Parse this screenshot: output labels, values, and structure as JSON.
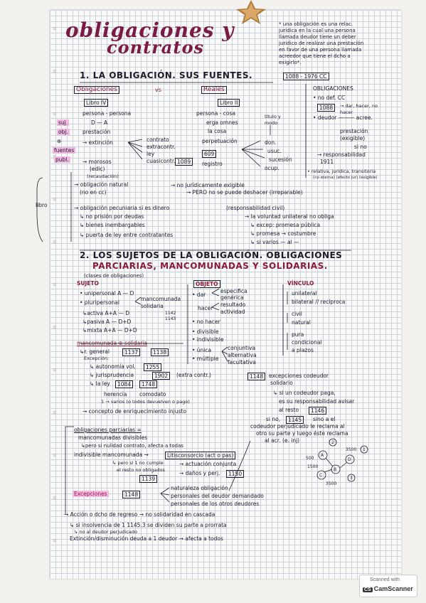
{
  "title": {
    "line1": "obligaciones y",
    "line2": "contratos"
  },
  "definition": [
    "* una obligación es una relac.",
    "jurídica en la cual una persona",
    "llamada deudor tiene un deber",
    "jurídico de realizar una prestación",
    "en favor de una persona llamada",
    "acreedor que tiene el dcho a",
    "exigirlo*."
  ],
  "section1": {
    "heading": "1. LA OBLIGACIÓN. SUS FUENTES.",
    "ref": "1088 - 1976 CC",
    "obligaciones_label": "Obligaciones",
    "vs": "vs",
    "reales_label": "Reales",
    "libro_iv": "Libro IV",
    "libro_ii": "Libro II",
    "persona_persona": "persona - persona",
    "persona_cosa": "persona - cosa",
    "d_a": "D — A",
    "erga_omnes": "erga omnes",
    "la_cosa": "la cosa",
    "suj": "suj.",
    "obj": "obj.",
    "prestacion": "prestación",
    "circle": "⊕",
    "fuentes": "fuentes",
    "publ": "publ.",
    "extincion": "→ extinción",
    "contrato": "contrato",
    "extracontr": "extracontr.",
    "ley": "ley",
    "cuasicontr": "cuasicontr.",
    "ref_1089": "1089",
    "morosos": "→ morosos",
    "edic": "(edic)",
    "perpetuacion": "perpetuación",
    "registro": "registro",
    "ref_609": "609",
    "titulo_modo": "título y modo",
    "don": "don.",
    "usuc": "usuc.",
    "sucesion": "sucesión",
    "ocup": "ocup.",
    "oblig_head": "OBLIGACIONES",
    "no_def": "• no def. CC",
    "ref_1088": "1088",
    "dar_hacer": "→ dar, hacer, no hacer",
    "deudor_acree": "• deudor ——— acree.",
    "prestacion_r": "prestación",
    "exigible": "(exigible)",
    "si_no": "si no",
    "responsabilidad": "→ responsabilidad",
    "ref_1911": "1911",
    "relativa": "• relativa, jurídica, transitoria",
    "relativa2": "(no eterna) (efecto jur) (exigible)",
    "recaudacion": "(recaudación)",
    "oblig_natural": "→ obligación natural",
    "no_en_cc": "(no en cc)",
    "no_jur": "→ no jurídicamente exigible",
    "pero_no": "→ PERO no se puede deshacer (irreparable)",
    "libro": "libro",
    "oblig_pecuniaria": "→ obligación pecuniaria si es dinero",
    "responsabilidad_civil": "(responsabilidad civil)",
    "no_prision": "↳ no prisión por deudas",
    "bienes": "↳ bienes inembargables",
    "puerta": "↳ puerta de ley entre contratantes",
    "voluntad": "→ la voluntad unilateral no obliga",
    "excep": "↳ excep: promesa pública",
    "promesa": "↳ promesa → costumbre",
    "si_varios": "↳ si varios — al —"
  },
  "section2": {
    "heading1": "2. LOS SUJETOS DE LA OBLIGACIÓN. OBLIGACIONES",
    "heading2": "PARCIARIAS, MANCOMUNADAS Y SOLIDARIAS.",
    "clases": "(clases de obligaciones)",
    "sujeto": "SUJETO",
    "objeto": "OBJETO",
    "vinculo": "VÍNCULO",
    "unipersonal": "• unipersonal A — D",
    "pluripersonal": "• pluripersonal",
    "mancomunada": "mancomunada",
    "solidaria": "solidaria",
    "activa": "↳activa A+A — D",
    "pasiva": "↳pasiva A — D+D",
    "mixta": "↳mixta A+A — D+D",
    "ref_1142": "1142",
    "ref_1143": "1143",
    "dar": "• dar",
    "especifica": "especifica",
    "generica": "genérica",
    "hacer": "hacer",
    "resultado": "resultado",
    "actividad": "actividad",
    "no_hacer": "• no hacer",
    "divisible": "• divisible",
    "indivisible": "• indivisible",
    "unica": "• única",
    "conjuntiva": "conjuntiva",
    "multiple": "• múltiple",
    "alternativa": "alternativa",
    "facultativa": "facultativa",
    "unilateral": "unilateral",
    "bilateral": "bilateral // recíproca",
    "civil": "civil",
    "natural": "natural",
    "pura": "pura",
    "condicional": "condicional",
    "a_plazos": "a plazos",
    "mancomunada_solidaria": "mancomunada ⊕ solidaria",
    "gral": "↳r. general",
    "ref_1137": "1137",
    "ref_1138": "1138",
    "excepcion": "Excepción:",
    "autonomia": "↳ autonomía vol.",
    "ref_1255": "1255",
    "jurisprudencia": "↳ jurisprudencia",
    "ref_1902": "1902",
    "extracontr": "(extra contr.)",
    "la_ley": "↳ la ley",
    "ref_1084": "1084",
    "ref_1748": "1748",
    "herencia": "herencia",
    "comodato": "comodato",
    "varios": "1 → varios (o todos devuelven o pago)",
    "concepto": "→ concepto de enriquecimiento injusto",
    "ref_1148": "1148",
    "excepciones_codeudor": "excepciones codeudor",
    "solidario": "solidario",
    "si_codeudor": "↳ si un codeudor paga,",
    "responsabilidad_aviso": "es su responsabilidad avisar",
    "al_resto": "al resto",
    "ref_1146": "1146",
    "si_no_1145": "si no,",
    "ref_1145": "1145",
    "sino_el": "sino a el",
    "codeudor_perj": "codeudor perjudicado le reclama al",
    "otro": "otro su parte y luego éste reclama",
    "al_acr": "al acr. (e. inj)",
    "diag_a": "A",
    "diag_b": "B",
    "diag_c": "C",
    "diag_d": "D",
    "diag_1": "1",
    "diag_2": "2",
    "diag_3": "3",
    "diag_500": "500",
    "diag_3500": "3500",
    "diag_3500b": "3500",
    "diag_1500": "1500",
    "parciarias": "obligaciones parciarias =",
    "mancomunadas_div": "mancomunadas divisibles",
    "pero_nulidad": "↳pero si nulidad contrato, afecta a todas",
    "indivisible_manc": "indivisible mancomunada →",
    "litisconsorcio": "Litisconsorcio (act o pas)",
    "pero_si_no": "↳ pero si 1 no cumple",
    "el_resto": "el resto no obligados",
    "actuacion": "→ actuación conjunta",
    "danos": "→ daños y perj.",
    "ref_1150": "1150",
    "ref_1139": "1139",
    "excepciones": "Excepciones",
    "ref_1148b": "1148",
    "naturaleza": "naturaleza obligación",
    "personales": "personales del deudor demandado",
    "personales2": "personales de los otros deudores",
    "accion": "→ Acción o dcho de regreso → no solidaridad en cascada",
    "insolvencia": "↳ si insolvencia de 1 1145.3 se dividen su parte a prorrata",
    "no_deudor": "↳ no al deudor perjudicado",
    "extincion": "Extinción/disminución deuda a 1 deudor → afecta a todos"
  },
  "scanner": {
    "line1": "Scanned with",
    "logo": "CS",
    "line2": "CamScanner"
  }
}
